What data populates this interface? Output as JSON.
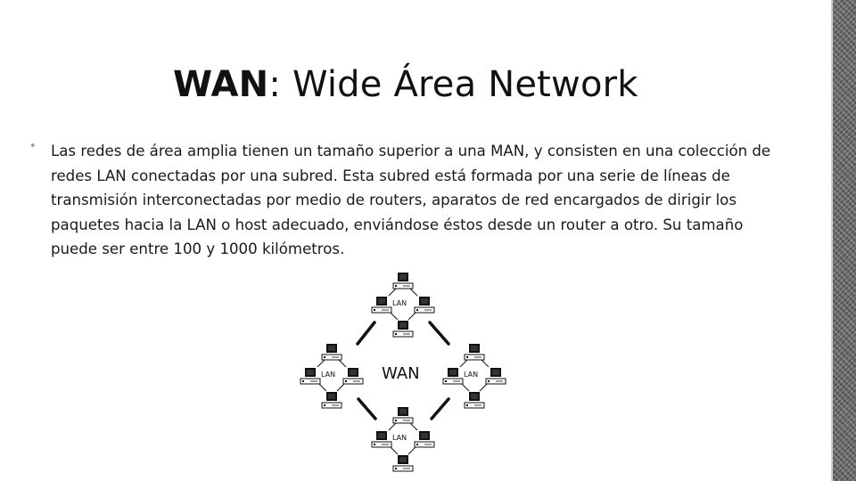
{
  "slide": {
    "title_bold": "WAN",
    "title_rest": ": Wide Área Network",
    "bullet_marker": "•",
    "bullet": "Las redes de área amplia  tienen un tamaño superior a una MAN, y consisten en una colección de redes LAN conectadas por una subred. Esta subred está formada por una serie de líneas de transmisión interconectadas por medio de routers, aparatos de red encargados de dirigir los paquetes hacia la LAN o host adecuado, enviándose éstos desde un router a otro. Su tamaño puede ser entre 100 y 1000 kilómetros."
  },
  "diagram": {
    "center_label": "WAN",
    "lan_groups": [
      {
        "id": "top",
        "label": "LAN"
      },
      {
        "id": "left",
        "label": "LAN"
      },
      {
        "id": "right",
        "label": "LAN"
      },
      {
        "id": "bottom",
        "label": "LAN"
      }
    ],
    "computer_icon": "desktop-computer-icon"
  },
  "theme": {
    "text_color": "#1a1a1a",
    "bullet_color": "#9a9a9a",
    "sidebar_color": "#6b6b6b"
  }
}
